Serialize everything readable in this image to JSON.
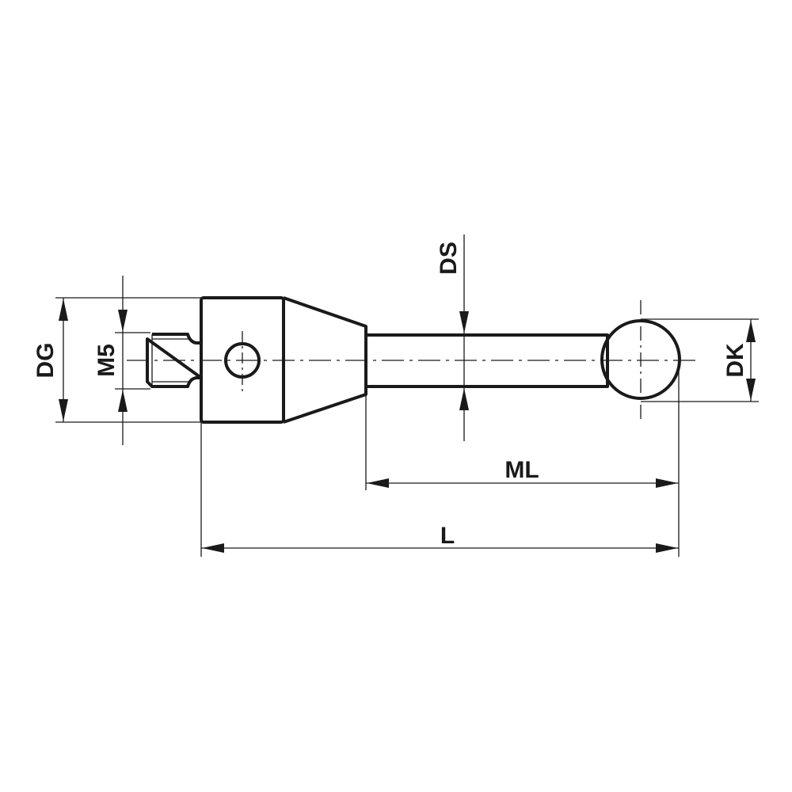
{
  "drawing": {
    "type": "technical-drawing",
    "subject": "stylus with ball tip",
    "background": "#ffffff",
    "line_color": "#1a1a1a"
  },
  "dimensions": {
    "DG": {
      "label": "DG",
      "meaning": "body diameter"
    },
    "M5": {
      "label": "M5",
      "meaning": "thread size"
    },
    "DS": {
      "label": "DS",
      "meaning": "stem diameter"
    },
    "DK": {
      "label": "DK",
      "meaning": "ball diameter"
    },
    "ML": {
      "label": "ML",
      "meaning": "measuring length"
    },
    "L": {
      "label": "L",
      "meaning": "overall length"
    }
  }
}
